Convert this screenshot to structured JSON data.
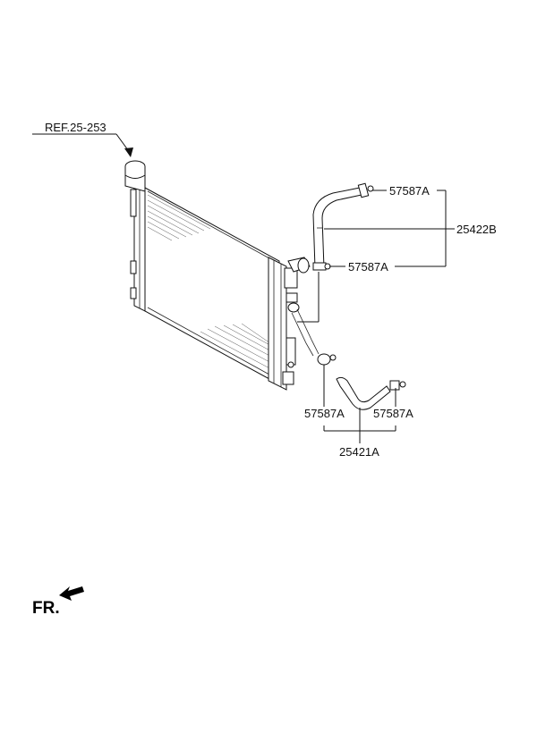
{
  "diagram": {
    "labels": {
      "ref": "REF.25-253",
      "clamp_upper_top": "57587A",
      "hose_upper": "25422B",
      "clamp_upper_bottom": "57587A",
      "clamp_lower_left": "57587A",
      "clamp_lower_right": "57587A",
      "hose_lower": "25421A",
      "front": "FR."
    }
  }
}
